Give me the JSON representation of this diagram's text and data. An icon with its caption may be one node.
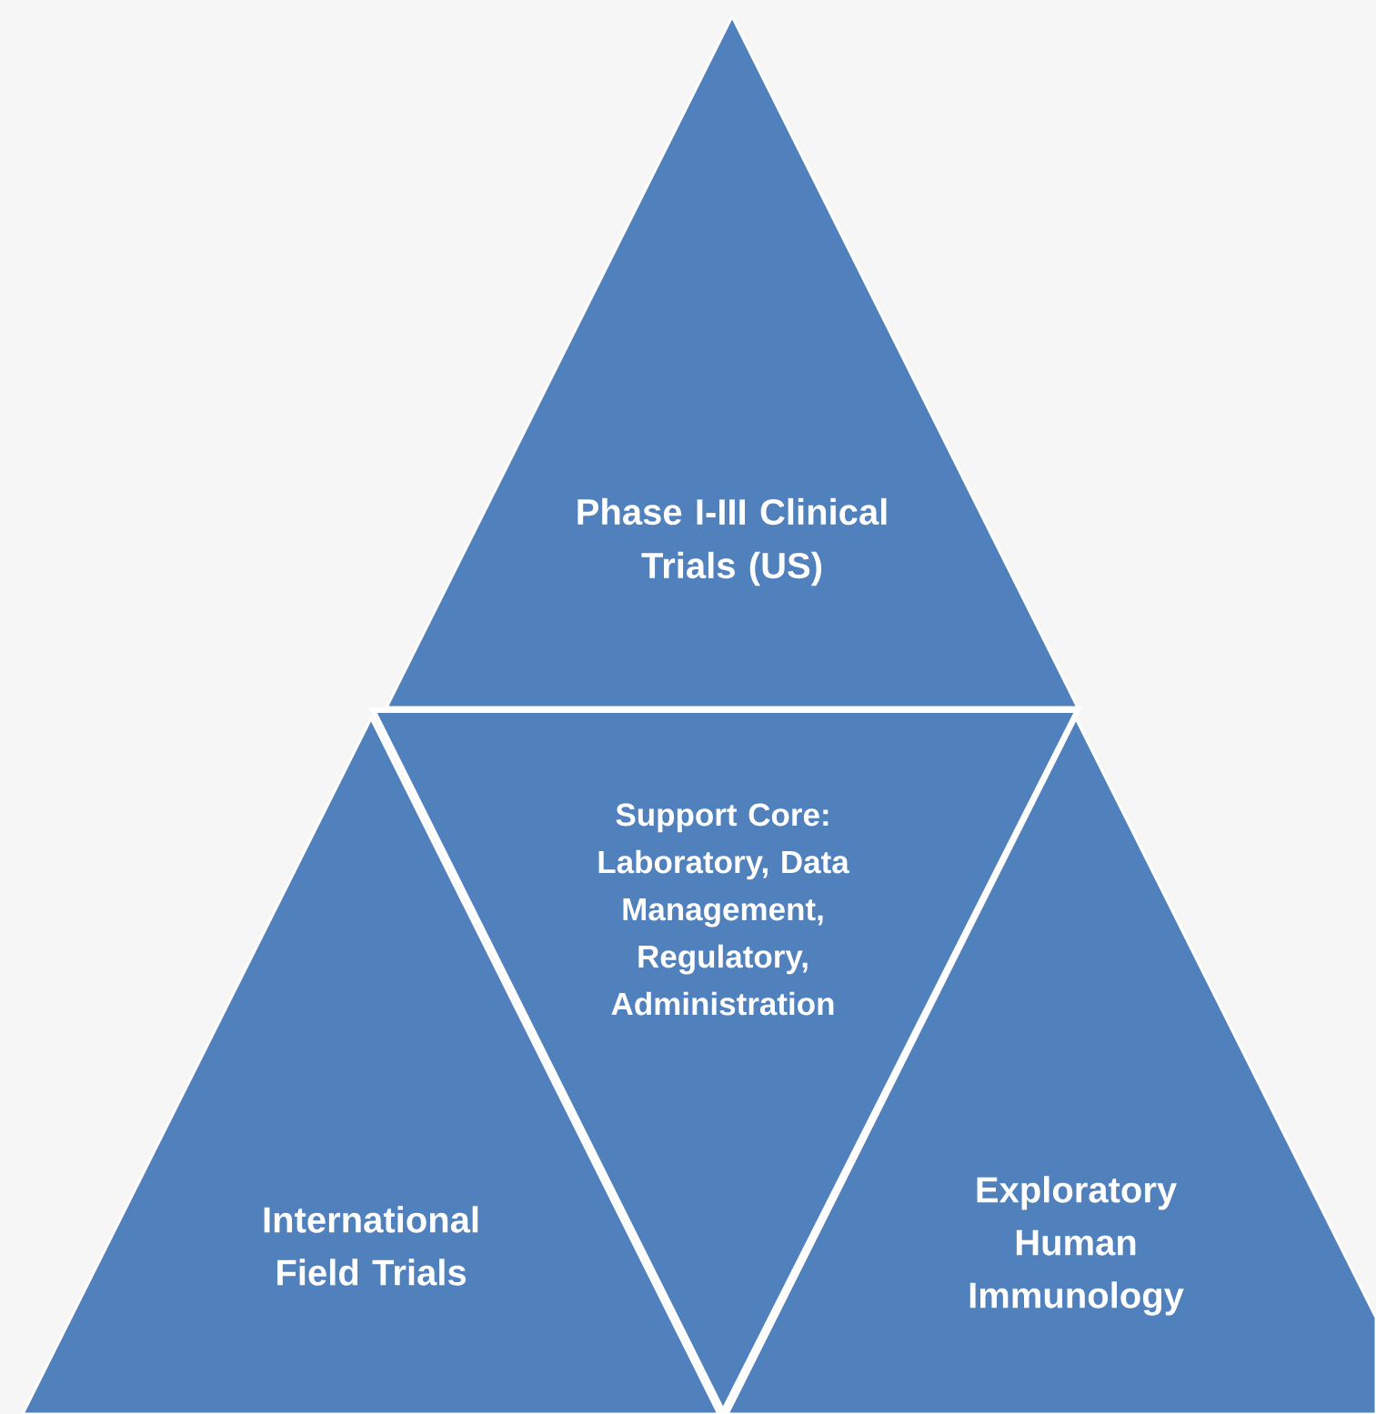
{
  "diagram": {
    "nodes": [
      {
        "text": [
          "Phase I-III Clinical Trials (US)"
        ]
      },
      {
        "text": [
          "Support Core: Laboratory, Data Management, Regulatory, Administration"
        ]
      },
      {
        "text": [
          "International Field Trials"
        ]
      },
      {
        "text": [
          "Exploratory Human Immunology"
        ]
      }
    ]
  }
}
